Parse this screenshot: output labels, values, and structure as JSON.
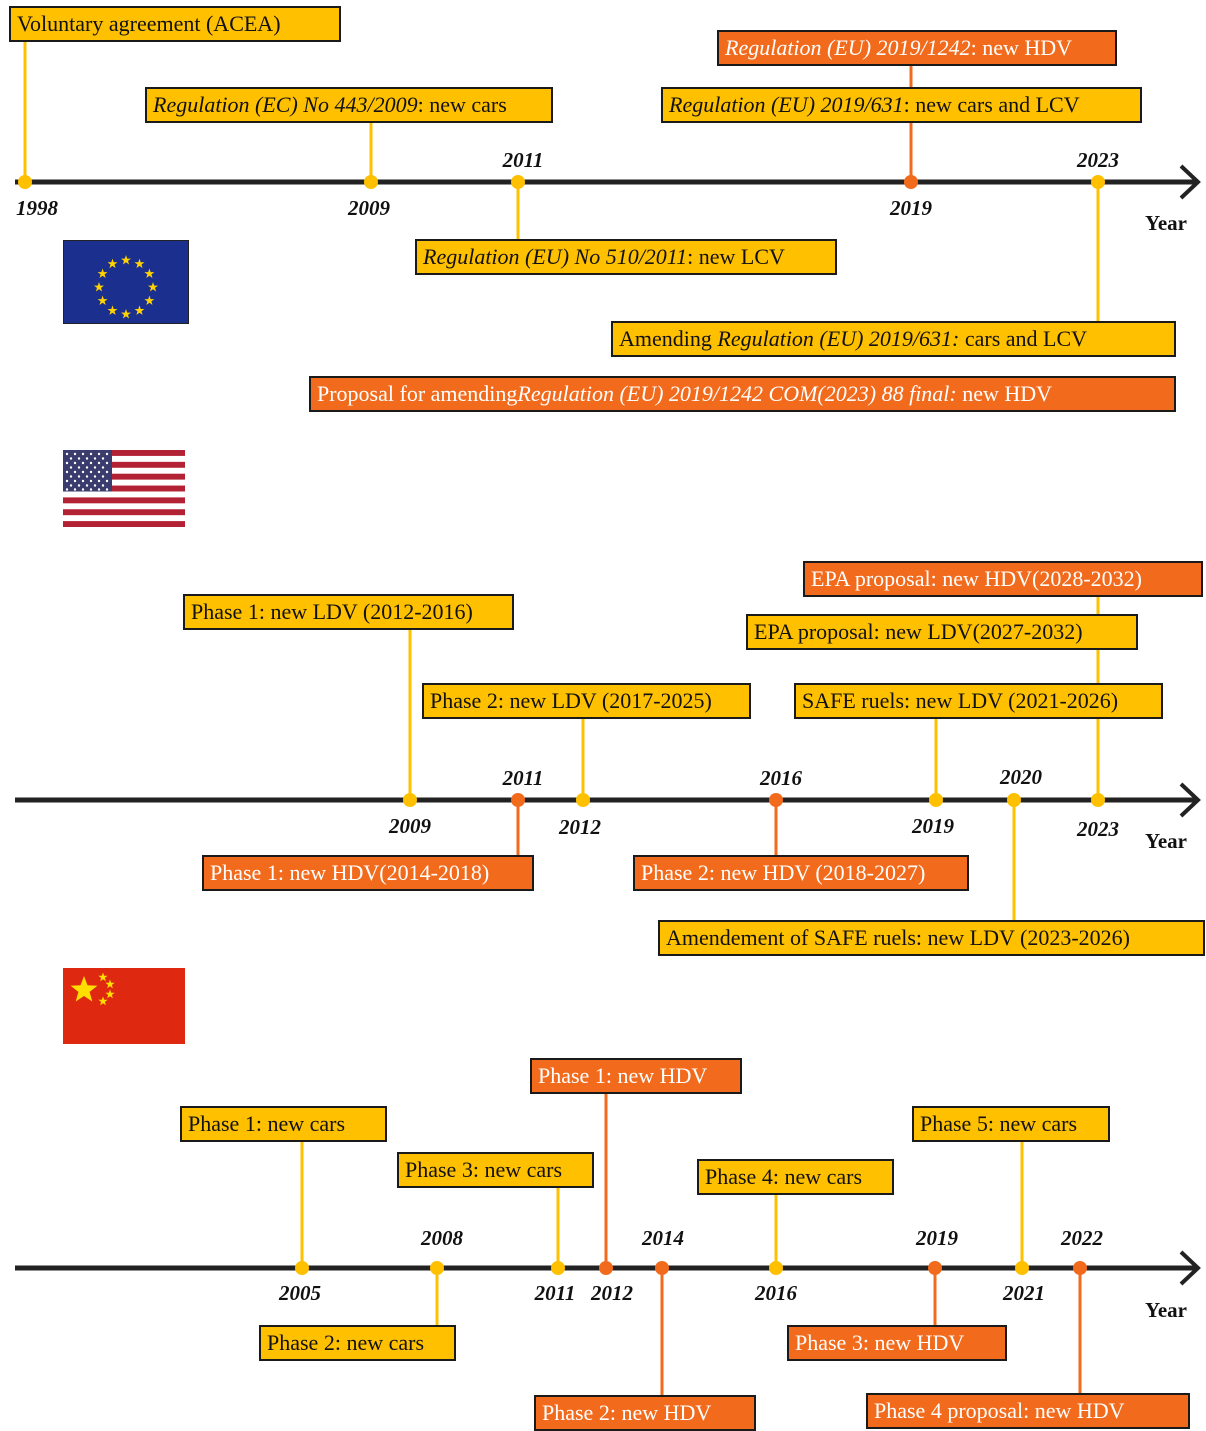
{
  "axis_label": "Year",
  "colors": {
    "car": "#ffc000",
    "hdv": "#f26b1d",
    "axis": "#222222"
  },
  "eu": {
    "flag": "eu-flag",
    "years": {
      "y1998": "1998",
      "y2009": "2009",
      "y2011": "2011",
      "y2019": "2019",
      "y2023": "2023"
    },
    "labels": {
      "acea": {
        "plain": "Voluntary agreement (ACEA)"
      },
      "r443": {
        "italic": "Regulation (EC) No 443/2009",
        "plain": ": new cars"
      },
      "r510": {
        "italic": "Regulation (EU) No 510/2011",
        "plain": ": new LCV"
      },
      "r1242": {
        "italic": "Regulation (EU) 2019/1242",
        "plain": ": new HDV"
      },
      "r631": {
        "italic": "Regulation (EU) 2019/631",
        "plain": ": new cars and LCV"
      },
      "amend631": {
        "pre": "Amending ",
        "italic": "Regulation (EU) 2019/631:",
        "plain": " cars and LCV"
      },
      "proposal1242": {
        "pre": "Proposal for amending",
        "italic": "Regulation (EU) 2019/1242 COM(2023) 88 final:",
        "plain": " new HDV"
      }
    }
  },
  "us": {
    "flag": "us-flag",
    "years": {
      "y2009": "2009",
      "y2011": "2011",
      "y2012": "2012",
      "y2016": "2016",
      "y2019": "2019",
      "y2020": "2020",
      "y2023": "2023"
    },
    "labels": {
      "p1ldv": "Phase 1: new LDV (2012-2016)",
      "p2ldv": "Phase 2: new LDV (2017-2025)",
      "epahdv": "EPA proposal: new HDV(2028-2032)",
      "epaldv": "EPA proposal: new LDV(2027-2032)",
      "safe": "SAFE ruels: new LDV (2021-2026)",
      "p1hdv": "Phase 1: new HDV(2014-2018)",
      "p2hdv": "Phase 2: new HDV (2018-2027)",
      "amendsafe": "Amendement of SAFE ruels: new LDV (2023-2026)"
    }
  },
  "cn": {
    "flag": "china-flag",
    "years": {
      "y2005": "2005",
      "y2008": "2008",
      "y2011": "2011",
      "y2012": "2012",
      "y2014": "2014",
      "y2016": "2016",
      "y2019": "2019",
      "y2021": "2021",
      "y2022": "2022"
    },
    "labels": {
      "p1cars": "Phase 1: new cars",
      "p2cars": "Phase 2: new cars",
      "p3cars": "Phase 3: new cars",
      "p4cars": "Phase 4: new cars",
      "p5cars": "Phase 5: new cars",
      "p1hdv": "Phase 1: new HDV",
      "p2hdv": "Phase 2: new HDV",
      "p3hdv": "Phase 3: new HDV",
      "p4hdv": "Phase 4 proposal: new HDV"
    }
  }
}
